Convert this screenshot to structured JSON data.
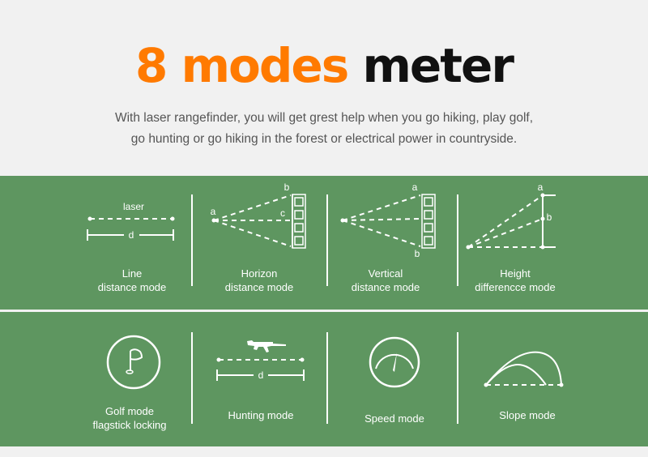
{
  "header": {
    "title_number": "8",
    "title_orange": "modes",
    "title_black": "meter",
    "subtitle_line1": "With laser rangefinder, you will get grest help  when you go hiking, play golf,",
    "subtitle_line2": "go hunting or go hiking in the forest or electrical power in countryside."
  },
  "colors": {
    "accent_orange": "#ff7a00",
    "panel_green": "#5e9660",
    "background": "#f1f1f1",
    "title_black": "#111111"
  },
  "modes_row1": [
    {
      "icon": "line-distance-icon",
      "label_line1": "Line",
      "label_line2": "distance mode",
      "diagram_labels": {
        "top": "laser",
        "measure": "d"
      }
    },
    {
      "icon": "horizon-distance-icon",
      "label_line1": "Horizon",
      "label_line2": "distance mode",
      "diagram_labels": {
        "origin": "a",
        "top": "b",
        "middle": "c"
      }
    },
    {
      "icon": "vertical-distance-icon",
      "label_line1": "Vertical",
      "label_line2": "distance mode",
      "diagram_labels": {
        "top": "a",
        "bottom": "b"
      }
    },
    {
      "icon": "height-difference-icon",
      "label_line1": "Height",
      "label_line2": "differencce mode",
      "diagram_labels": {
        "top": "a",
        "middle": "b"
      }
    }
  ],
  "modes_row2": [
    {
      "icon": "golf-flag-icon",
      "label_line1": "Golf mode",
      "label_line2": "flagstick locking"
    },
    {
      "icon": "hunting-rifle-icon",
      "label_line1": "Hunting mode",
      "diagram_labels": {
        "measure": "d"
      }
    },
    {
      "icon": "speedometer-icon",
      "label_line1": "Speed mode"
    },
    {
      "icon": "slope-icon",
      "label_line1": "Slope mode"
    }
  ]
}
